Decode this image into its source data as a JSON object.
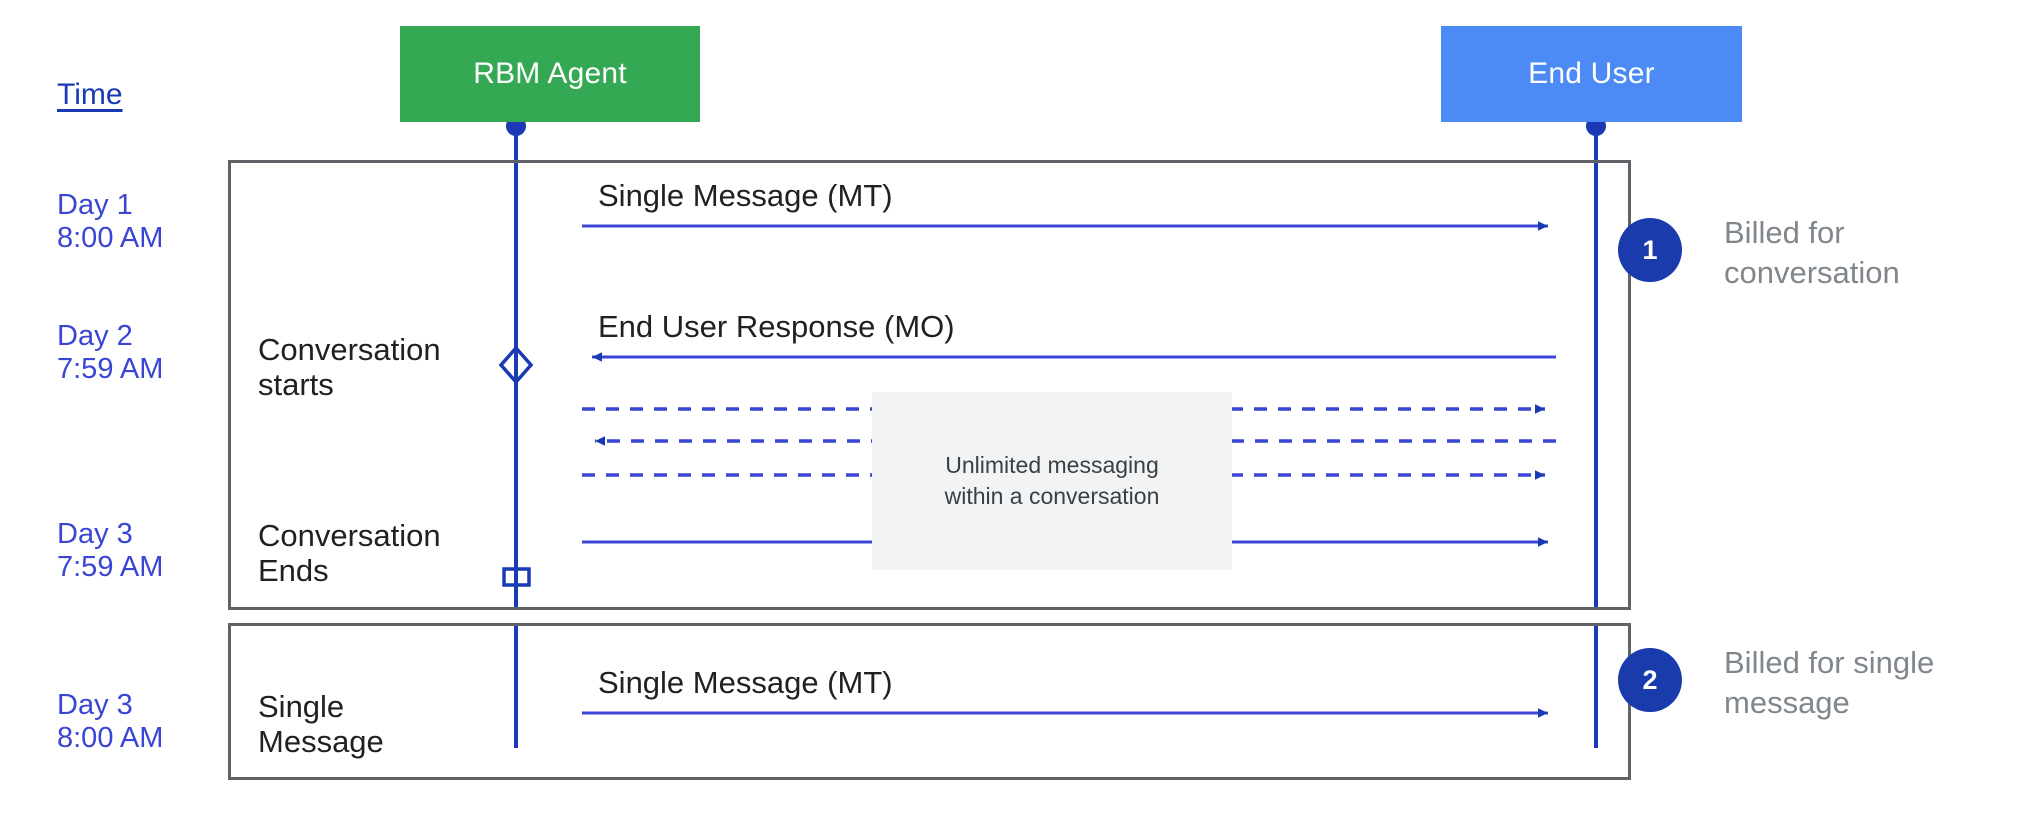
{
  "diagram": {
    "title_hidden": "",
    "colors": {
      "agent_box": "#34a853",
      "user_box": "#4c8bf5",
      "lifeline": "#1a39b5",
      "arrow": "#3b45d4",
      "frame": "#5f6368",
      "badge": "#1a3bab",
      "time_text": "#3b45d4",
      "annotation_text": "#80868b",
      "note_bg": "#f1f3f4"
    },
    "time_column": {
      "heading": "Time",
      "entries": [
        {
          "label": "Day 1\n8:00 AM"
        },
        {
          "label": "Day 2\n7:59 AM"
        },
        {
          "label": "Day 3\n7:59 AM"
        },
        {
          "label": "Day 3\n8:00 AM"
        }
      ]
    },
    "participants": [
      {
        "name": "RBM Agent"
      },
      {
        "name": "End User"
      }
    ],
    "stage_labels": [
      {
        "text": "Conversation\nstarts"
      },
      {
        "text": "Conversation\nEnds"
      },
      {
        "text": "Single\nMessage"
      }
    ],
    "messages": [
      {
        "label": "Single Message (MT)",
        "direction": "agent-to-user",
        "style": "solid"
      },
      {
        "label": "End User Response (MO)",
        "direction": "user-to-agent",
        "style": "solid"
      },
      {
        "label": "",
        "direction": "agent-to-user",
        "style": "dashed"
      },
      {
        "label": "",
        "direction": "user-to-agent",
        "style": "dashed"
      },
      {
        "label": "",
        "direction": "agent-to-user",
        "style": "dashed"
      },
      {
        "label": "",
        "direction": "agent-to-user",
        "style": "solid"
      },
      {
        "label": "Single Message (MT)",
        "direction": "agent-to-user",
        "style": "solid"
      }
    ],
    "note": {
      "text": "Unlimited messaging\nwithin a conversation"
    },
    "annotations": [
      {
        "number": "1",
        "text": "Billed for\nconversation"
      },
      {
        "number": "2",
        "text": "Billed for single\nmessage"
      }
    ]
  }
}
